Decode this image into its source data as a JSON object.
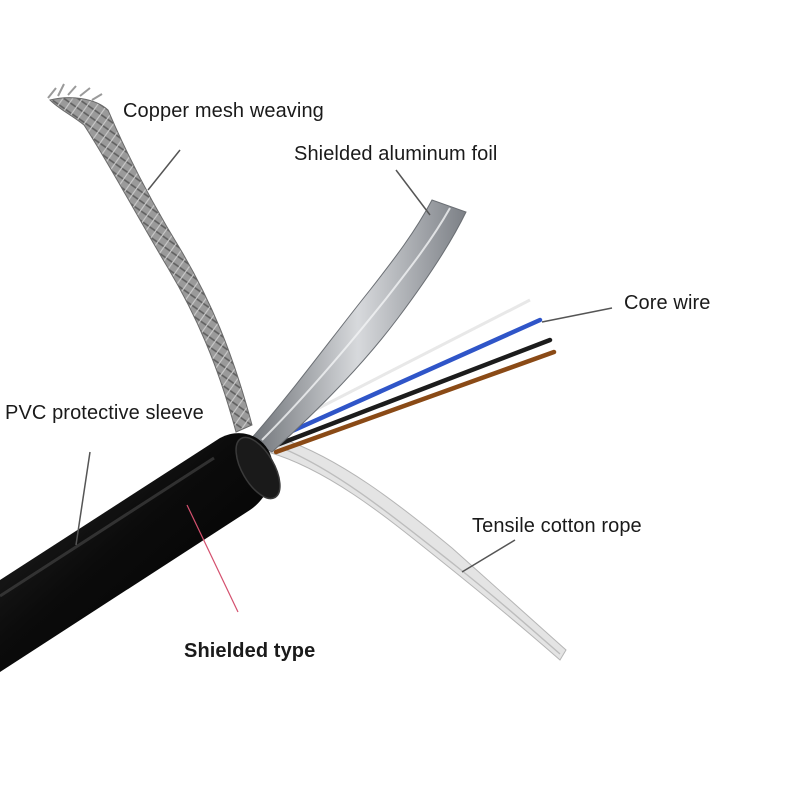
{
  "labels": {
    "copper_mesh": "Copper mesh weaving",
    "aluminum_foil": "Shielded aluminum foil",
    "core_wire": "Core wire",
    "pvc_sleeve": "PVC protective sleeve",
    "cotton_rope": "Tensile cotton rope",
    "shielded_type": "Shielded type"
  },
  "colors": {
    "sleeve": "#0b0b0b",
    "mesh": "#8e8e8e",
    "foil": "#a9acb0",
    "core_white": "#e8e8e8",
    "core_blue": "#2f55c8",
    "core_black": "#1c1c1c",
    "core_brown": "#8a4a16",
    "rope": "#dcdcdc",
    "leader": "#555555",
    "accent_leader": "#d4506e"
  }
}
